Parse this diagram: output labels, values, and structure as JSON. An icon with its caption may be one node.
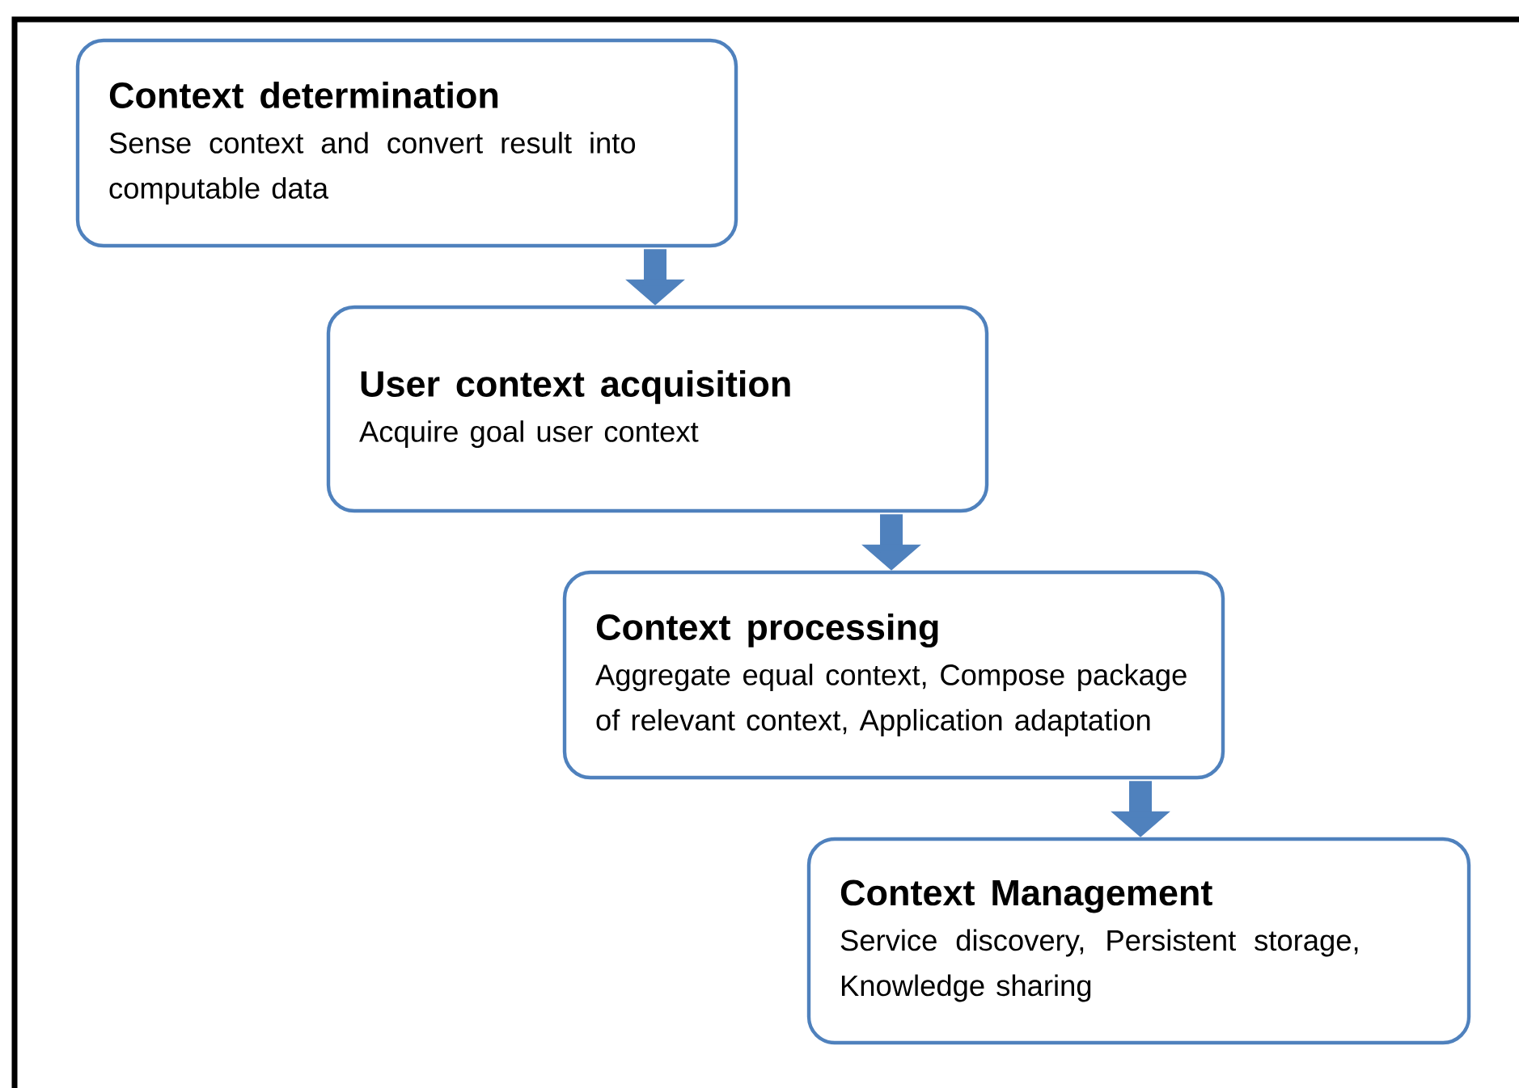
{
  "diagram": {
    "nodes": [
      {
        "text": [
          "Context determination",
          "Sense context and convert result into computable data"
        ]
      },
      {
        "text": [
          "User context acquisition",
          "Acquire goal user context"
        ]
      },
      {
        "text": [
          "Context processing",
          "Aggregate equal context, Compose package of relevant context, Application adaptation"
        ]
      },
      {
        "text": [
          "Context Management",
          "Service discovery, Persistent storage, Knowledge sharing"
        ]
      }
    ],
    "edges": [
      {
        "from": 0,
        "to": 1,
        "arrow": "to"
      },
      {
        "from": 1,
        "to": 2,
        "arrow": "to"
      },
      {
        "from": 2,
        "to": 3,
        "arrow": "to"
      }
    ]
  }
}
